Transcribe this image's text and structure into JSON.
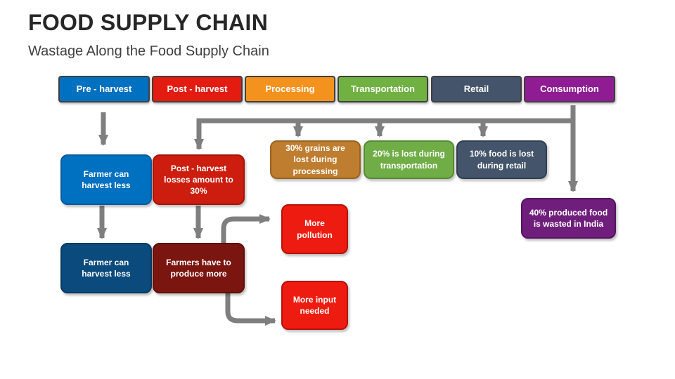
{
  "header": {
    "title": "FOOD SUPPLY CHAIN",
    "subtitle": "Wastage Along the Food Supply Chain"
  },
  "stages": [
    {
      "label": "Pre - harvest",
      "color": "#0070c0"
    },
    {
      "label": "Post - harvest",
      "color": "#e31b10"
    },
    {
      "label": "Processing",
      "color": "#f4921e"
    },
    {
      "label": "Transportation",
      "color": "#70b142"
    },
    {
      "label": "Retail",
      "color": "#44546a"
    },
    {
      "label": "Consumption",
      "color": "#8f1c93"
    }
  ],
  "nodes": {
    "farmer_harvest_less_1": "Farmer can harvest less",
    "post_harvest_losses": "Post - harvest losses amount to 30%",
    "farmer_harvest_less_2": "Farmer can harvest less",
    "produce_more": "Farmers have to produce more",
    "more_pollution": "More pollution",
    "more_input": "More input needed",
    "processing_loss": "30% grains are lost during processing",
    "transport_loss": "20% is lost during transportation",
    "retail_loss": "10% food is lost during retail",
    "consumption_loss": "40% produced food is wasted in India"
  },
  "colors": {
    "arrow": "#7f7f7f",
    "node_blue": "#0070c0",
    "node_dark_blue": "#0b4a7d",
    "node_red": "#cc1d0e",
    "node_dark_red": "#7b1510",
    "node_bright_red": "#ee1c10",
    "node_brown": "#be7d2f",
    "node_green": "#70ad47",
    "node_slate": "#44546a",
    "node_purple": "#6f1f7b"
  }
}
